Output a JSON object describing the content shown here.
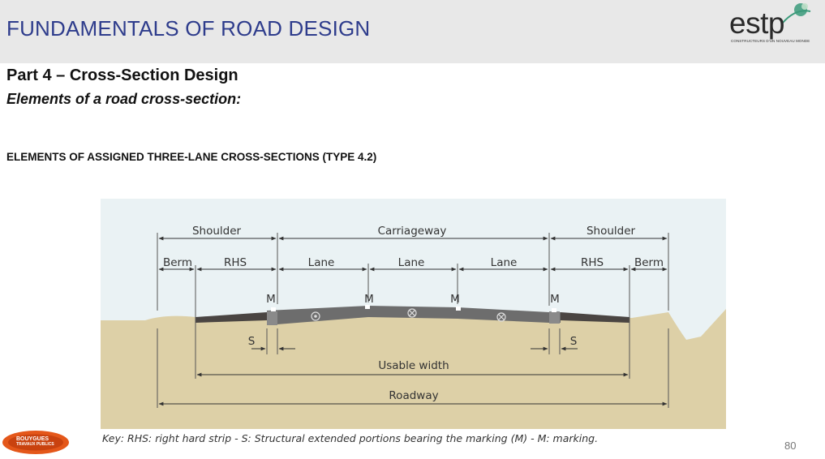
{
  "header": {
    "title": "FUNDAMENTALS OF ROAD DESIGN",
    "logo_text": "estp",
    "logo_tagline": "CONSTRUCTEURS D'UN NOUVEAU MONDE"
  },
  "content": {
    "part_title": "Part 4 – Cross-Section Design",
    "subtitle": "Elements of a road cross-section:",
    "section_heading": "ELEMENTS OF ASSIGNED THREE-LANE CROSS-SECTIONS (TYPE 4.2)"
  },
  "figure": {
    "labels": {
      "shoulder_left": "Shoulder",
      "carriageway": "Carriageway",
      "shoulder_right": "Shoulder",
      "berm_left": "Berm",
      "rhs_left": "RHS",
      "lane_1": "Lane",
      "lane_2": "Lane",
      "lane_3": "Lane",
      "rhs_right": "RHS",
      "berm_right": "Berm",
      "marking_1": "M",
      "marking_2": "M",
      "marking_3": "M",
      "marking_4": "M",
      "s_left": "S",
      "s_right": "S",
      "usable_width": "Usable width",
      "roadway": "Roadway"
    },
    "caption": "Key: RHS: right hard strip - S: Structural extended portions bearing the marking (M) - M: marking."
  },
  "footer": {
    "page_number": "80",
    "corporate_logo_line1": "BOUYGUES",
    "corporate_logo_line2": "TRAVAUX PUBLICS"
  },
  "colors": {
    "header_bg": "#e8e8e8",
    "title_blue": "#2e3c8c",
    "sky": "#eaf2f4",
    "soil": "#ddd0a7",
    "pavement": "#6d6d6d",
    "shoulder_strip": "#4a4542",
    "logo_green": "#3a9a7a",
    "corporate_orange": "#e4571a"
  }
}
